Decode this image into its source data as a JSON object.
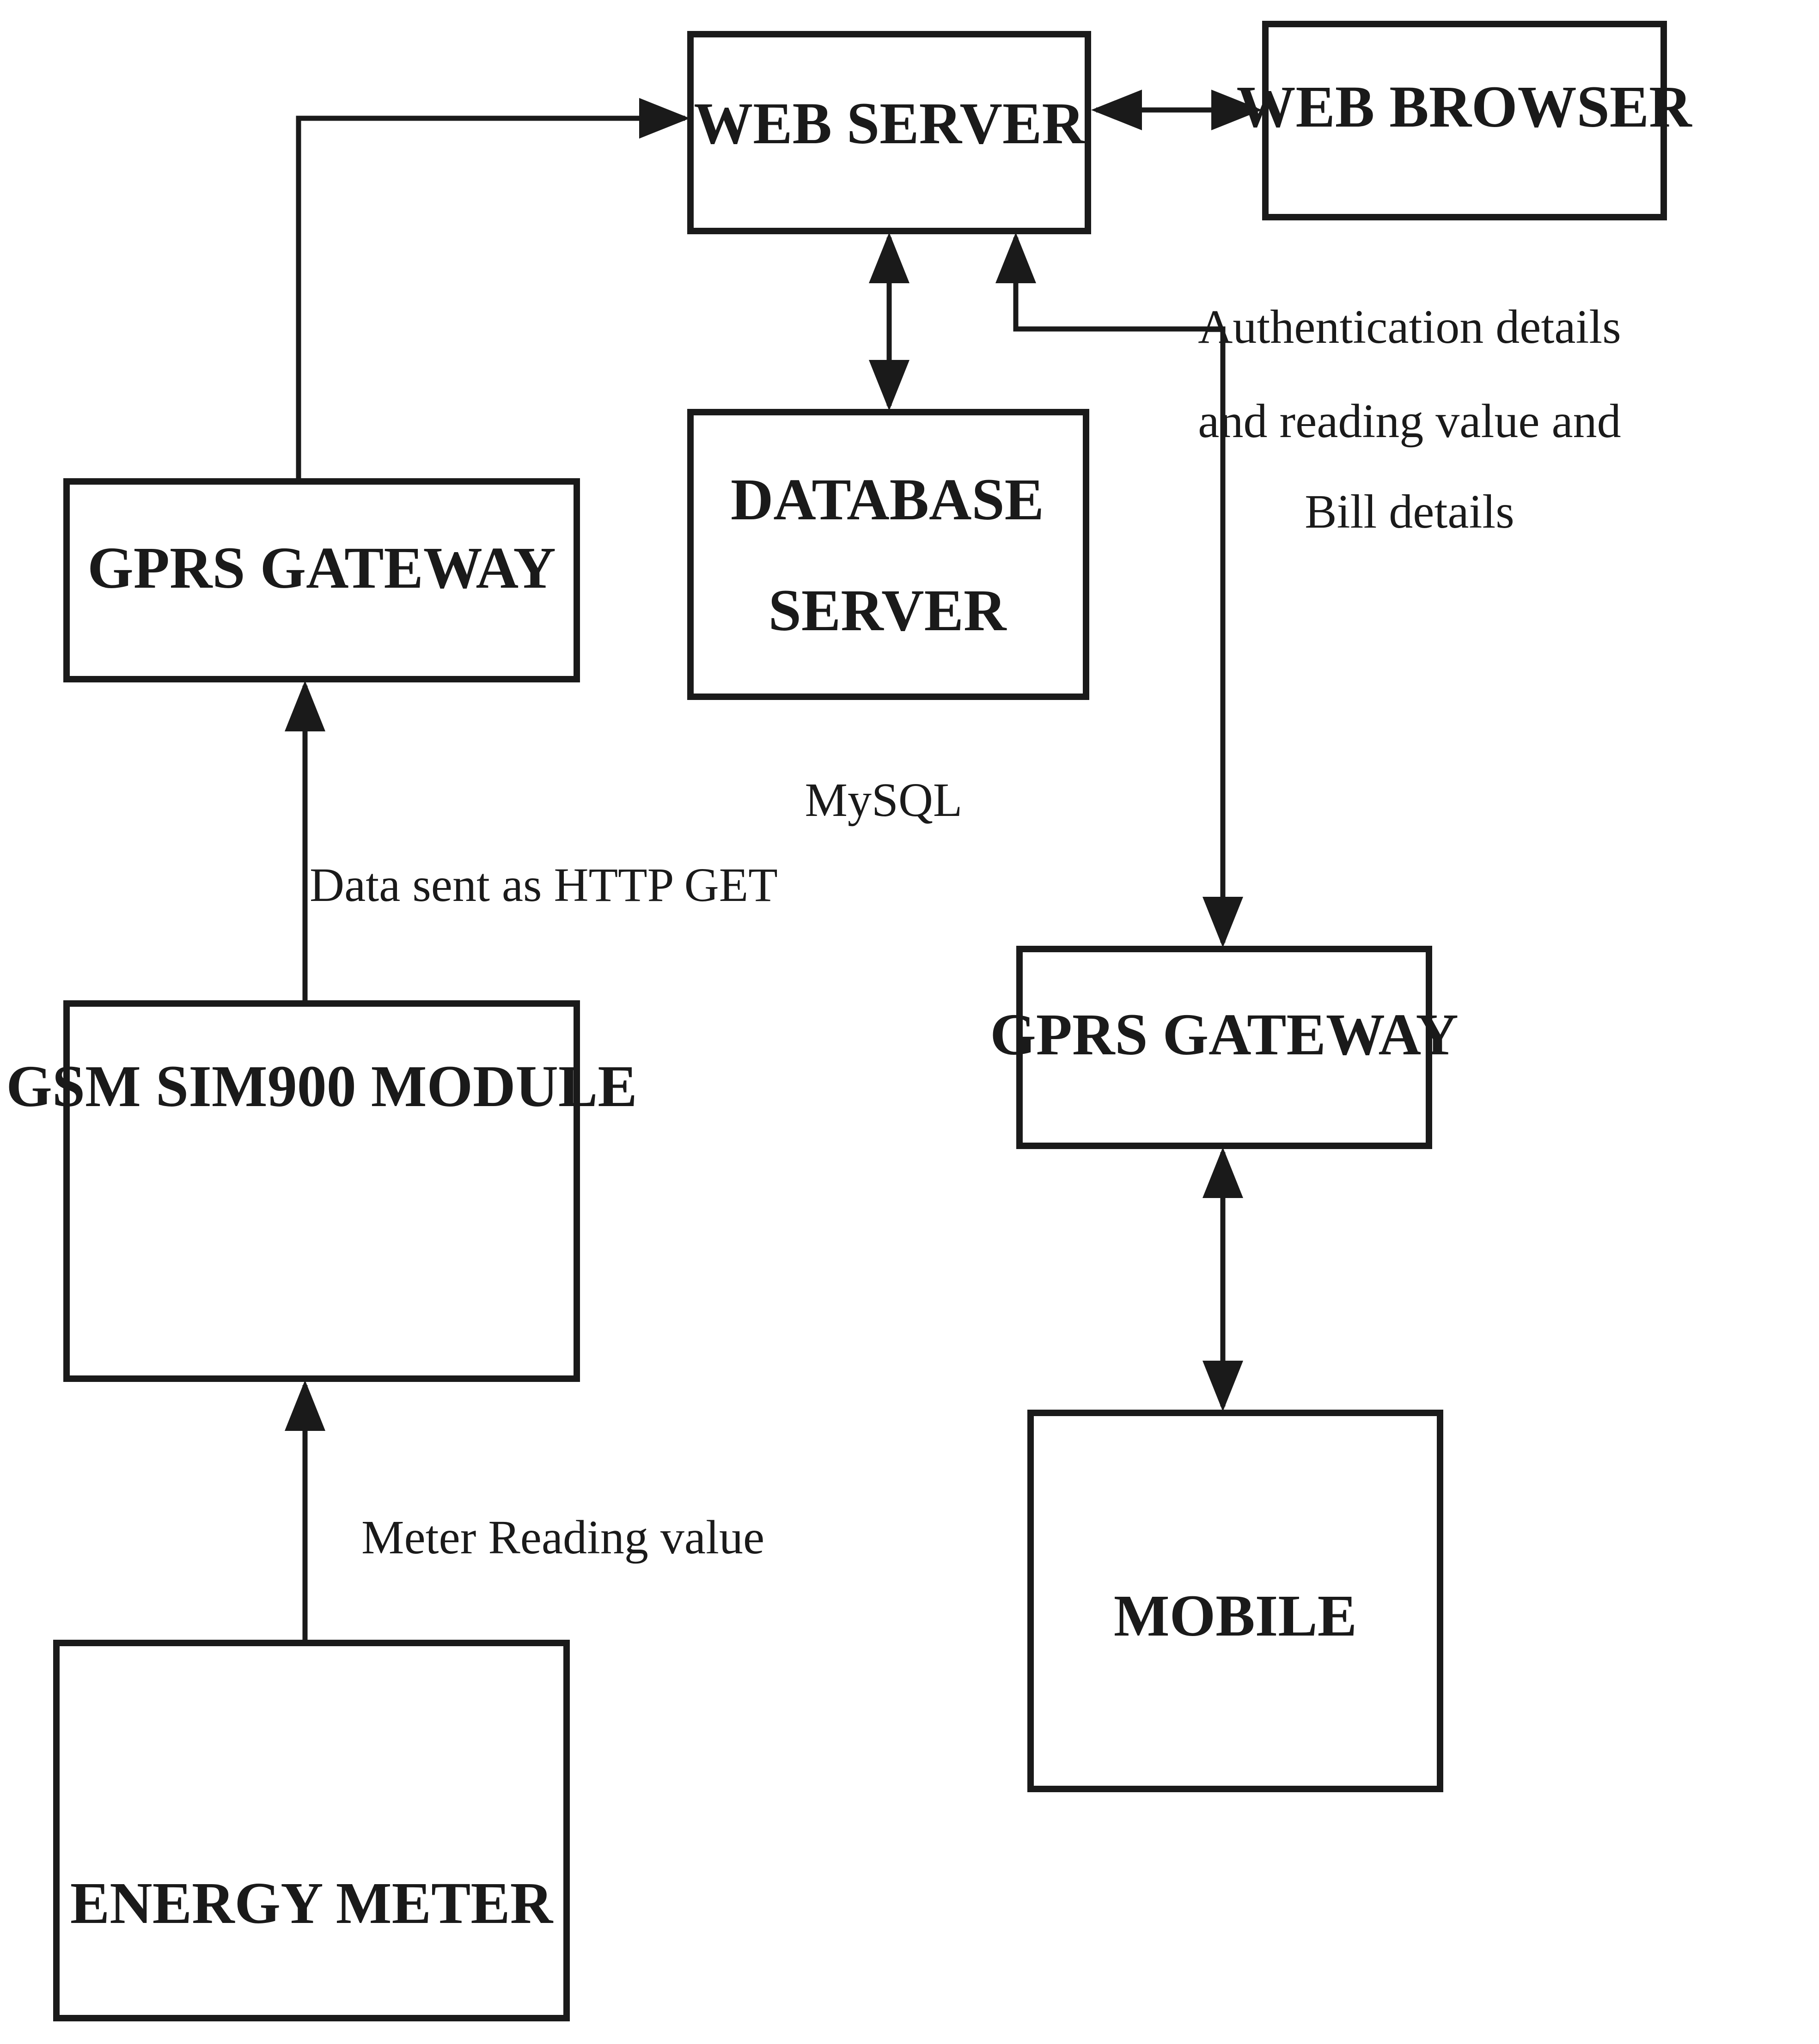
{
  "boxes": {
    "web_server": "WEB SERVER",
    "web_browser": "WEB BROWSER",
    "database_server_line1": "DATABASE",
    "database_server_line2": "SERVER",
    "gprs_gateway_left": "GPRS GATEWAY",
    "gprs_gateway_right": "GPRS GATEWAY",
    "gsm_module": "GSM SIM900 MODULE",
    "energy_meter": "ENERGY METER",
    "mobile": "MOBILE"
  },
  "notes": {
    "auth_line1": "Authentication details",
    "auth_line2": "and reading value and",
    "auth_line3": "Bill details",
    "mysql": "MySQL",
    "http_get": "Data sent as HTTP GET",
    "meter_reading": "Meter Reading value"
  },
  "colors": {
    "stroke": "#1a1a1a",
    "background": "#ffffff"
  }
}
